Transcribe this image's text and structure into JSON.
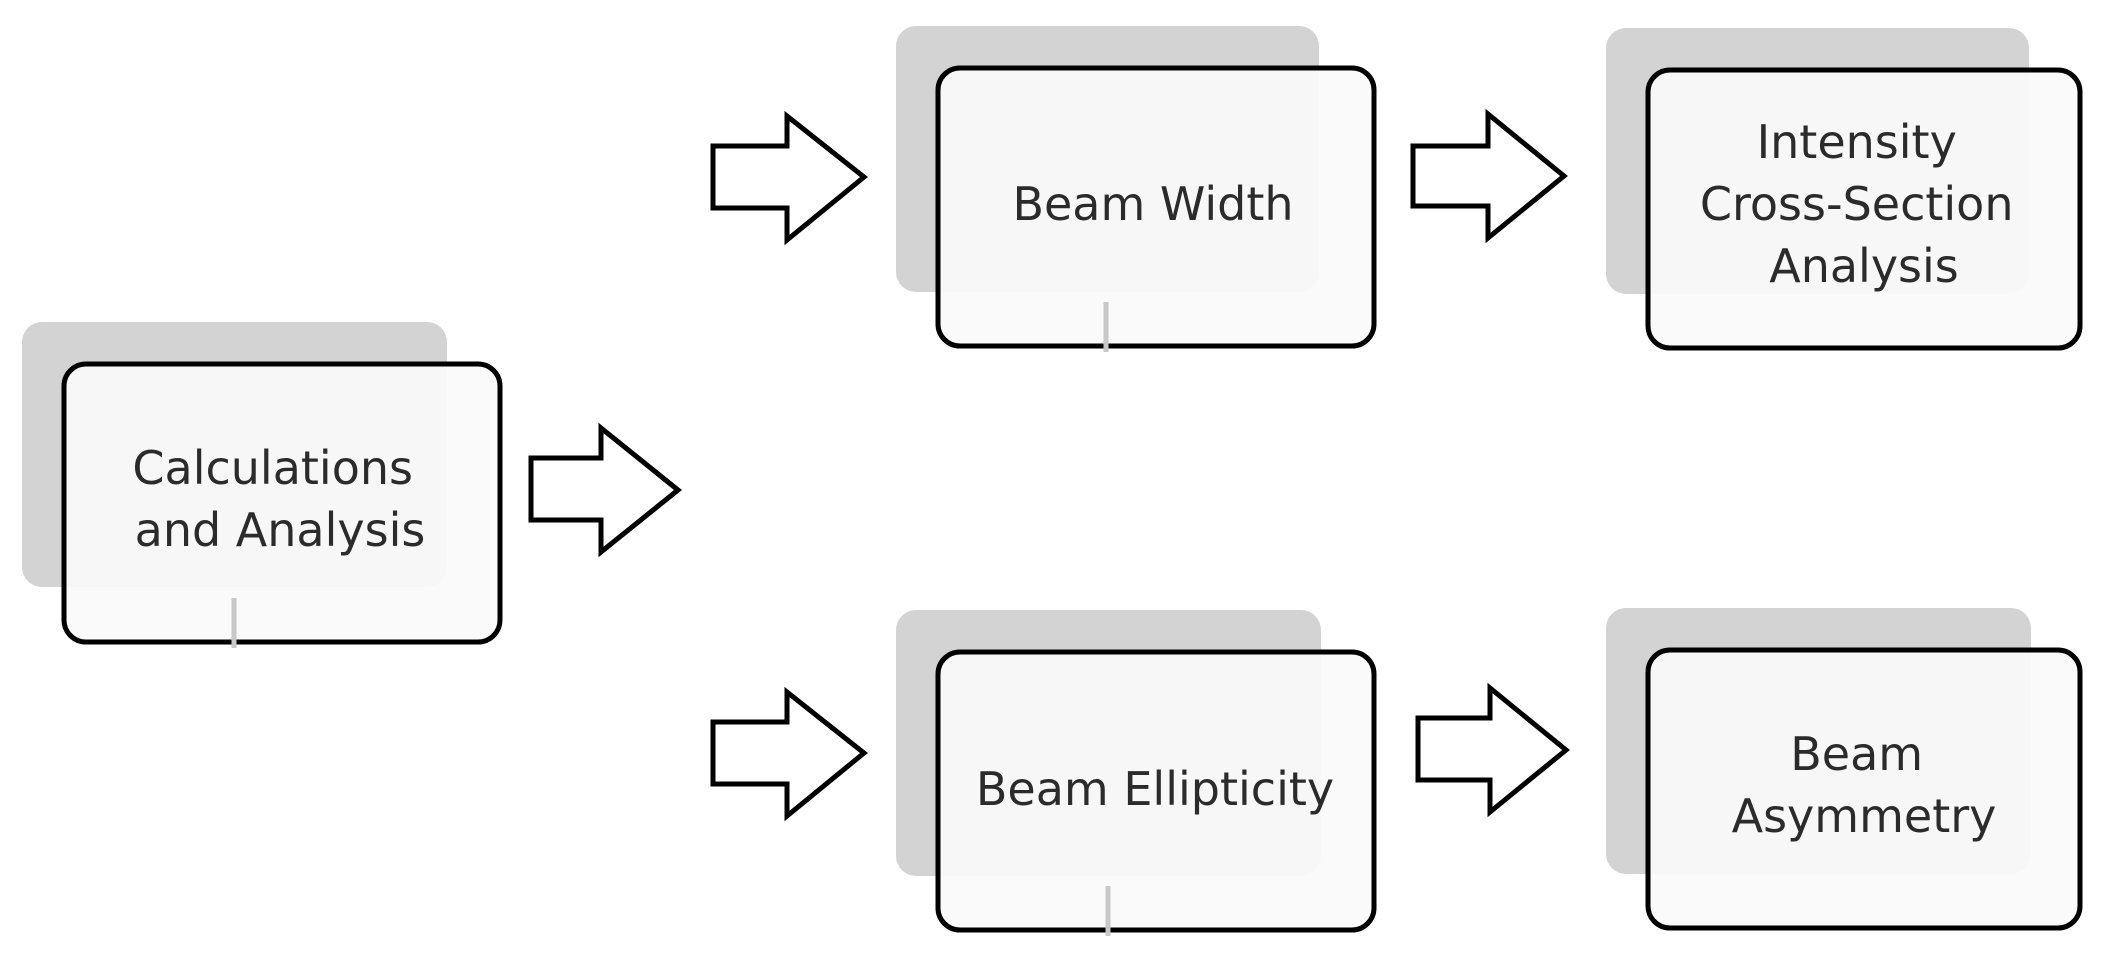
{
  "diagram": {
    "root": {
      "lines": [
        "Calculations",
        "and Analysis"
      ]
    },
    "branch_top": {
      "lines": [
        "Beam Width"
      ]
    },
    "branch_bottom": {
      "lines": [
        "Beam Ellipticity"
      ]
    },
    "leaf_top": {
      "lines": [
        "Intensity",
        "Cross-Section",
        "Analysis"
      ]
    },
    "leaf_bottom": {
      "lines": [
        "Beam",
        "Asymmetry"
      ]
    }
  },
  "colors": {
    "shadow": "#d3d3d3",
    "box_fill": "#fafafa",
    "stroke": "#000000",
    "text": "#2b2b2b"
  }
}
